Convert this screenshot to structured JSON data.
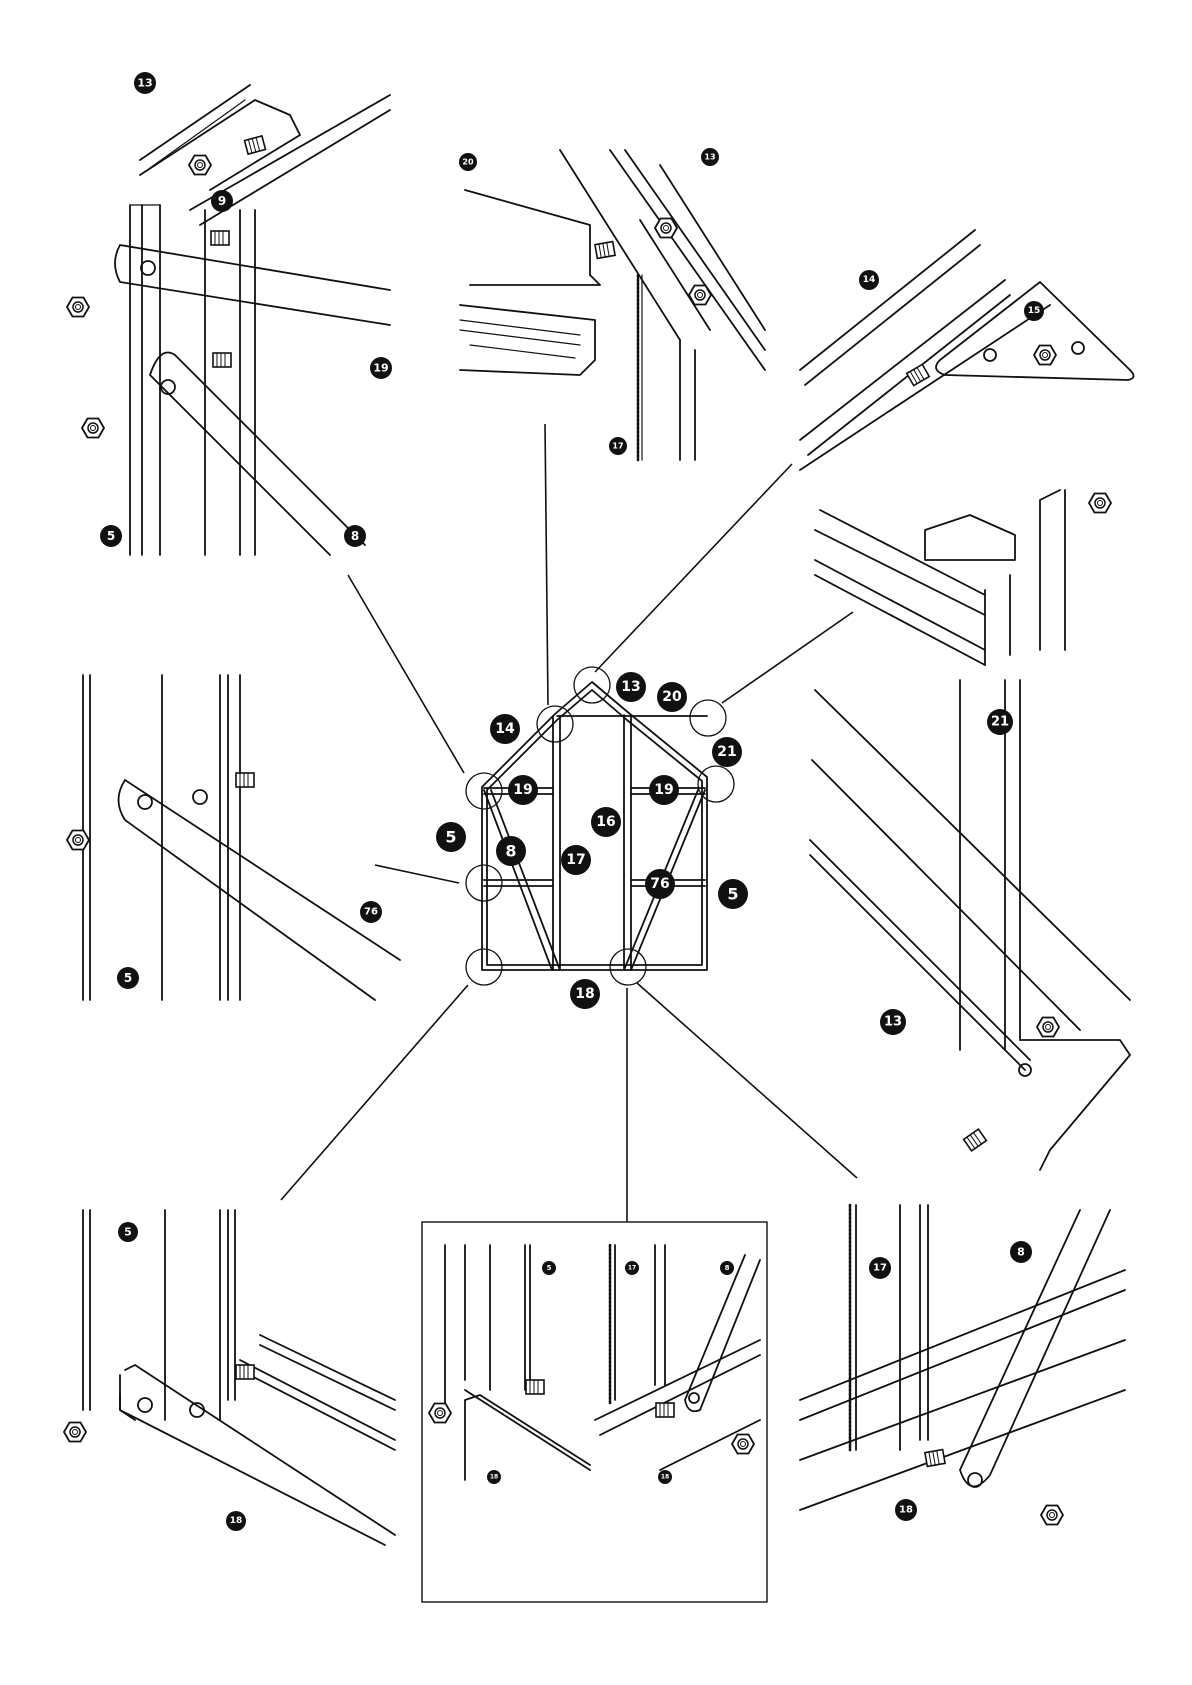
{
  "labels": {
    "panel_top_left": [
      "13",
      "9",
      "19",
      "5",
      "8"
    ],
    "panel_top_center": [
      "20",
      "13",
      "17"
    ],
    "panel_top_right": [
      "14",
      "15"
    ],
    "panel_right": [
      "21",
      "13"
    ],
    "panel_mid_left": [
      "76",
      "5"
    ],
    "panel_bottom_left": [
      "5",
      "18"
    ],
    "panel_bottom_center": [
      "5",
      "17",
      "8",
      "18",
      "18"
    ],
    "panel_bottom_right": [
      "17",
      "8",
      "18"
    ],
    "center_frame": [
      "13",
      "20",
      "14",
      "21",
      "19",
      "19",
      "16",
      "5",
      "8",
      "17",
      "76",
      "5",
      "18"
    ]
  },
  "colors": {
    "ink": "#111111",
    "badge": "#111111",
    "badge_text": "#ffffff",
    "paper": "#ffffff"
  },
  "icons": [
    "hex-nut-icon",
    "bolt-icon",
    "callout-circle-icon"
  ]
}
